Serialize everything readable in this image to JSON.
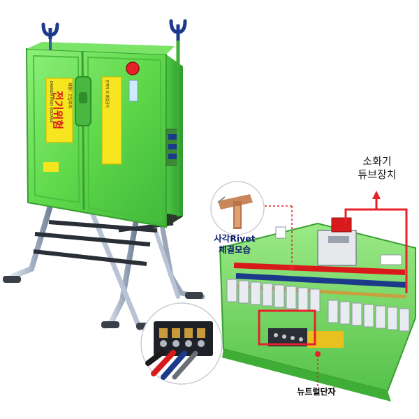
{
  "labels": {
    "extinguisher_line1": "소화기",
    "extinguisher_line2": "튜브장치",
    "rivet_line1": "사각Rivet",
    "rivet_line2": "체결모습",
    "neutral_terminal": "뉴트럴단자"
  },
  "warning": {
    "main": "전기위험",
    "small_left": "DANGER HIGH VOLTAGE",
    "small_middle": "위험! 고압주의",
    "small_right": "관계자 외 출입금지"
  },
  "colors": {
    "box_green": "#5fd84a",
    "stand_silver": "#b8c4d6",
    "callout_red": "#e8202a",
    "warning_yellow": "#f7e51f"
  },
  "icons": [
    "hook-icon",
    "red-button-icon",
    "arrow-up-icon"
  ]
}
